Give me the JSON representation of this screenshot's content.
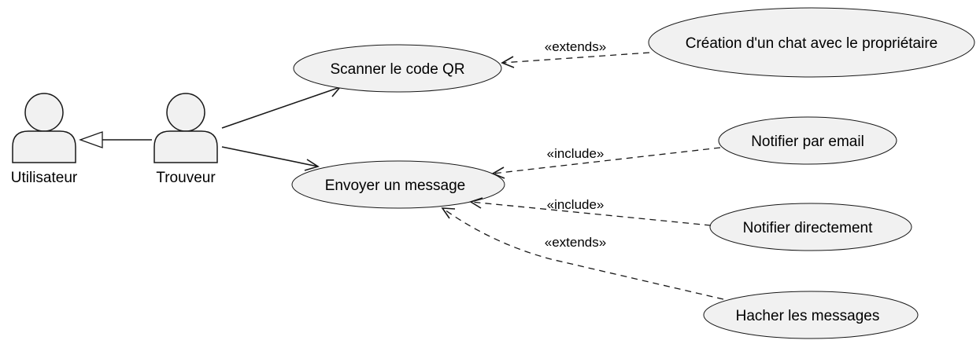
{
  "actors": {
    "utilisateur": "Utilisateur",
    "trouveur": "Trouveur"
  },
  "use_cases": {
    "scanner": "Scanner le code QR",
    "creation_chat": "Création d'un chat avec le propriétaire",
    "envoyer": "Envoyer un message",
    "notifier_email": "Notifier par email",
    "notifier_direct": "Notifier directement",
    "hacher": "Hacher les messages"
  },
  "relations": {
    "extends_chat": "«extends»",
    "include_email": "«include»",
    "include_direct": "«include»",
    "extends_hacher": "«extends»"
  }
}
